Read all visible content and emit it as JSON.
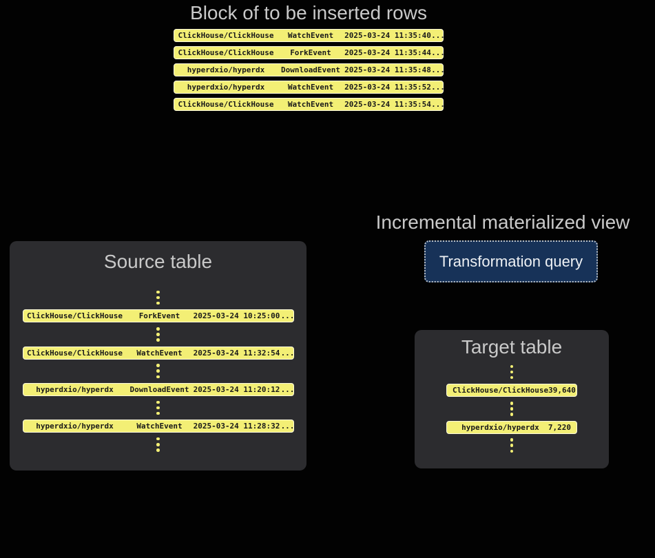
{
  "colors": {
    "background": "#020202",
    "row_yellow": "#f3ef75",
    "row_border": "#fbf9dd",
    "row_text": "#191919",
    "box_background": "#2c2c2f",
    "title_gray": "#c9c9c9",
    "query_navy": "#173258",
    "query_border": "#bac1c9",
    "query_text": "#eef1f4"
  },
  "insert_block": {
    "title": "Block of to be inserted rows",
    "rows": [
      {
        "repo": "ClickHouse/ClickHouse",
        "event": "WatchEvent",
        "timestamp": "2025-03-24 11:35:40",
        "more": "..."
      },
      {
        "repo": "ClickHouse/ClickHouse",
        "event": "ForkEvent",
        "timestamp": "2025-03-24 11:35:44",
        "more": "..."
      },
      {
        "repo": "hyperdxio/hyperdx",
        "event": "DownloadEvent",
        "timestamp": "2025-03-24 11:35:48",
        "more": "..."
      },
      {
        "repo": "hyperdxio/hyperdx",
        "event": "WatchEvent",
        "timestamp": "2025-03-24 11:35:52",
        "more": "..."
      },
      {
        "repo": "ClickHouse/ClickHouse",
        "event": "WatchEvent",
        "timestamp": "2025-03-24 11:35:54",
        "more": "..."
      }
    ]
  },
  "source_table": {
    "title": "Source table",
    "rows": [
      {
        "repo": "ClickHouse/ClickHouse",
        "event": "ForkEvent",
        "timestamp": "2025-03-24 10:25:00",
        "more": "..."
      },
      {
        "repo": "ClickHouse/ClickHouse",
        "event": "WatchEvent",
        "timestamp": "2025-03-24 11:32:54",
        "more": "..."
      },
      {
        "repo": "hyperdxio/hyperdx",
        "event": "DownloadEvent",
        "timestamp": "2025-03-24 11:20:12",
        "more": "..."
      },
      {
        "repo": "hyperdxio/hyperdx",
        "event": "WatchEvent",
        "timestamp": "2025-03-24 11:28:32",
        "more": "..."
      }
    ]
  },
  "materialized_view": {
    "title": "Incremental materialized view",
    "query_label": "Transformation query"
  },
  "target_table": {
    "title": "Target table",
    "rows": [
      {
        "repo": "ClickHouse/ClickHouse",
        "count": "39,640"
      },
      {
        "repo": "hyperdxio/hyperdx",
        "count": "7,220"
      }
    ]
  }
}
